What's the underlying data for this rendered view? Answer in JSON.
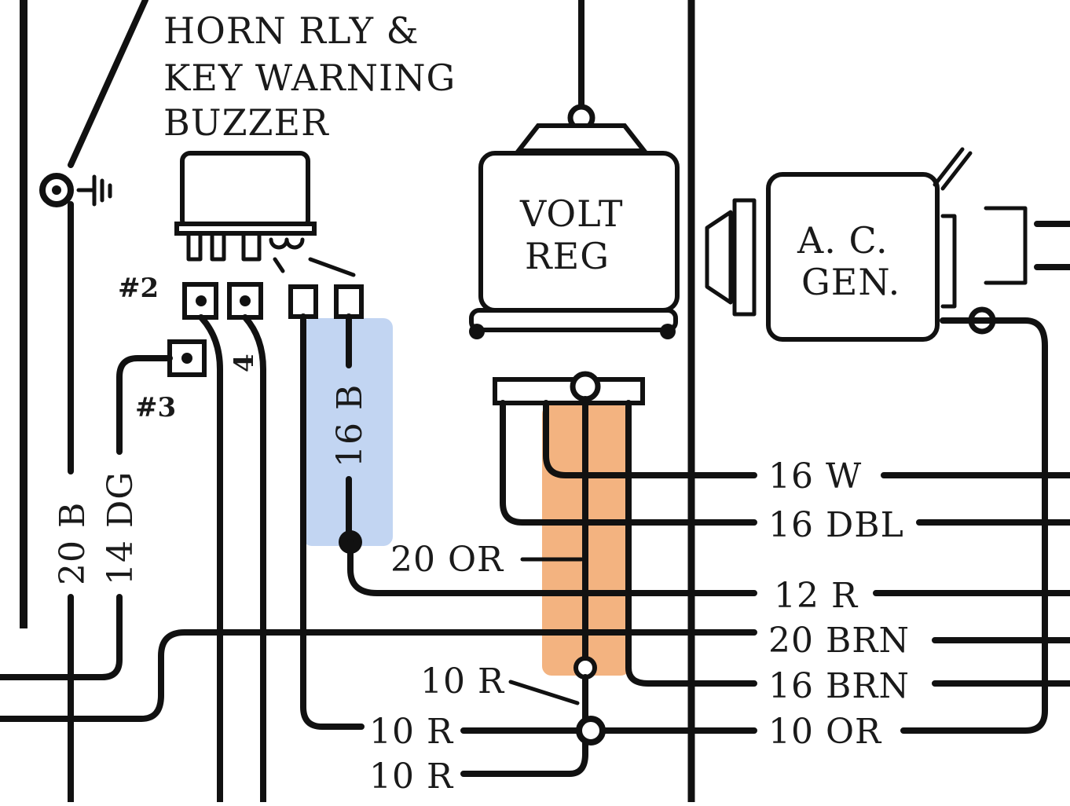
{
  "components": {
    "horn_relay_line1": "HORN RLY &",
    "horn_relay_line2": "KEY WARNING",
    "horn_relay_line3": "BUZZER",
    "volt_reg_line1": "VOLT",
    "volt_reg_line2": "REG",
    "ac_gen_line1": "A. C.",
    "ac_gen_line2": "GEN."
  },
  "terminals": {
    "t2": "#2",
    "t3": "#3",
    "t4": "4"
  },
  "wires": {
    "w_20b": "20 B",
    "w_14dg": "14 DG",
    "w_16b": "16 B",
    "w_20or": "20 OR",
    "w_10r_junction": "10 R",
    "w_10r_a": "10 R",
    "w_10r_b": "10 R"
  },
  "right_wires": [
    "16 W",
    "16 DBL",
    "12 R",
    "20 BRN",
    "16 BRN",
    "10 OR"
  ],
  "highlights": {
    "blue": "#8fb3e8",
    "orange": "#ef9a55"
  }
}
